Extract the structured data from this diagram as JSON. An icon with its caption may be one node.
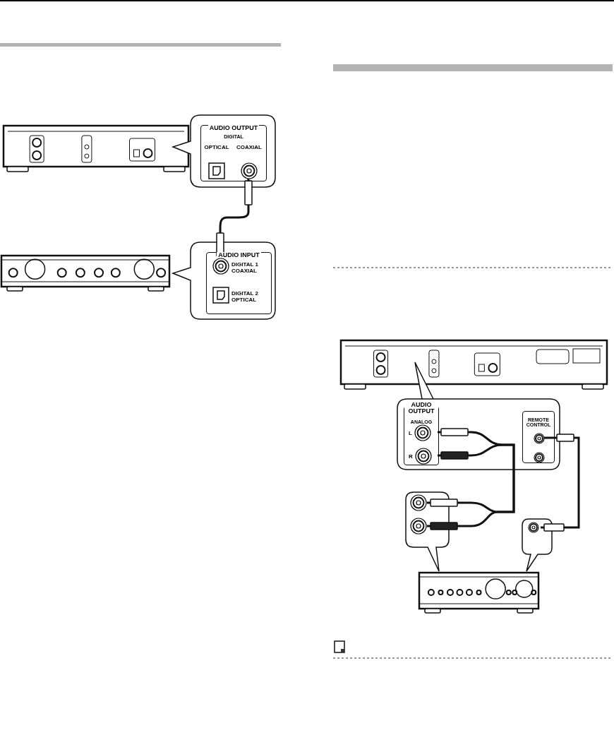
{
  "diagram": {
    "nodes": [
      {
        "text": [
          "AUDIO OUTPUT",
          "DIGITAL"
        ]
      },
      {
        "text": [
          "OPTICAL"
        ],
        "in": 0
      },
      {
        "text": [
          "COAXIAL"
        ],
        "in": 0
      },
      {
        "text": [
          "AUDIO INPUT"
        ]
      },
      {
        "text": [
          "DIGITAL 1 COAXIAL"
        ],
        "in": 3
      },
      {
        "text": [
          "DIGITAL 2 OPTICAL"
        ],
        "in": 3
      },
      {
        "text": [
          "AUDIO OUTPUT",
          "ANALOG"
        ]
      },
      {
        "text": [
          "L"
        ],
        "in": 6
      },
      {
        "text": [
          "R"
        ],
        "in": 6
      },
      {
        "text": [
          "REMOTE CONTROL"
        ]
      },
      {
        "text": [],
        "shape": "circle",
        "in": 9
      },
      {
        "text": [],
        "shape": "circle",
        "in": 9
      },
      {
        "text": [],
        "shape": "circle"
      },
      {
        "text": [],
        "shape": "circle"
      },
      {
        "text": [],
        "shape": "circle"
      }
    ],
    "edges": [
      {
        "from": 2,
        "to": 4,
        "arrow": "none"
      },
      {
        "from": 7,
        "to": 12,
        "arrow": "none"
      },
      {
        "from": 8,
        "to": 13,
        "arrow": "none"
      },
      {
        "from": 10,
        "to": 14,
        "arrow": "none"
      }
    ]
  }
}
